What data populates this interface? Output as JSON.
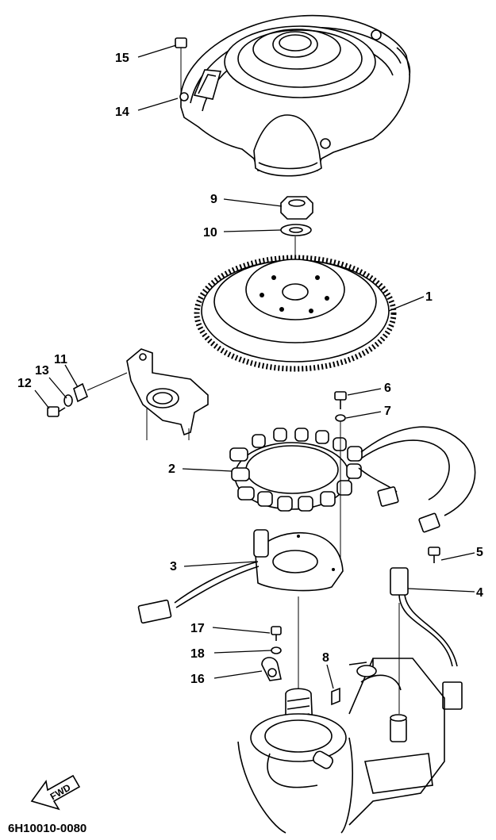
{
  "figure_code": "6H10010-0080",
  "fwd_label": "FWD",
  "callouts": [
    {
      "id": "c15",
      "text": "15"
    },
    {
      "id": "c14",
      "text": "14"
    },
    {
      "id": "c9",
      "text": "9"
    },
    {
      "id": "c10",
      "text": "10"
    },
    {
      "id": "c1",
      "text": "1"
    },
    {
      "id": "c11",
      "text": "11"
    },
    {
      "id": "c13",
      "text": "13"
    },
    {
      "id": "c12",
      "text": "12"
    },
    {
      "id": "c6",
      "text": "6"
    },
    {
      "id": "c7",
      "text": "7"
    },
    {
      "id": "c2",
      "text": "2"
    },
    {
      "id": "c5",
      "text": "5"
    },
    {
      "id": "c3",
      "text": "3"
    },
    {
      "id": "c4",
      "text": "4"
    },
    {
      "id": "c17",
      "text": "17"
    },
    {
      "id": "c8",
      "text": "8"
    },
    {
      "id": "c18",
      "text": "18"
    },
    {
      "id": "c16",
      "text": "16"
    }
  ]
}
